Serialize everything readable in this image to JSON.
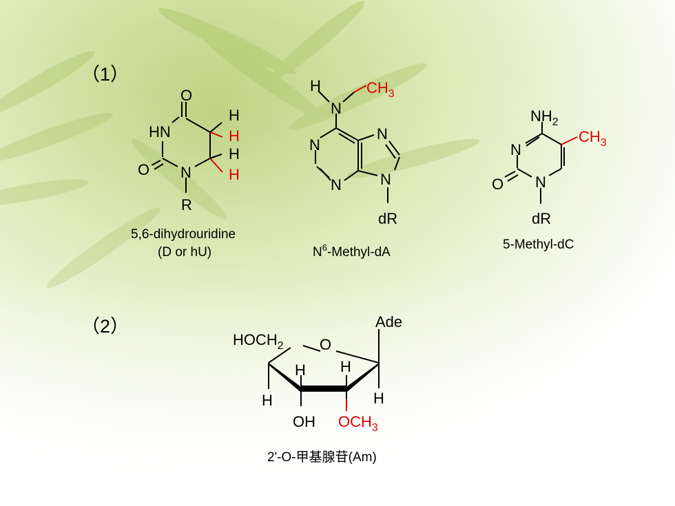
{
  "sections": {
    "s1": "（1）",
    "s2": "（2）"
  },
  "molecules": {
    "dihydrouridine": {
      "name_line1": "5,6-dihydrouridine",
      "name_line2": "(D or hU)",
      "atoms": {
        "o_top": "O",
        "hn": "HN",
        "o_left": "O",
        "n1": "N",
        "r": "R",
        "h1": "H",
        "h2": "H",
        "h3": "H",
        "h4": "H"
      }
    },
    "methyl_da": {
      "name_prefix": "N",
      "name_sup": "6",
      "name_rest": "-Methyl-dA",
      "atoms": {
        "h": "H",
        "n6": "N",
        "ch3": "CH",
        "ch3_sub": "3",
        "n1": "N",
        "n3": "N",
        "n7": "N",
        "n9": "N",
        "dr": "dR"
      }
    },
    "methyl_dc": {
      "name": "5-Methyl-dC",
      "atoms": {
        "nh2": "NH",
        "nh2_sub": "2",
        "n3": "N",
        "ch3": "CH",
        "ch3_sub": "3",
        "o": "O",
        "n1": "N",
        "dr": "dR"
      }
    },
    "am": {
      "name": "2'-O-甲基腺苷(Am)",
      "atoms": {
        "hoch2": "HOCH",
        "hoch2_sub": "2",
        "o_ring": "O",
        "ade": "Ade",
        "h_a": "H",
        "h_b": "H",
        "h_c": "H",
        "h_d": "H",
        "oh": "OH",
        "och3": "OCH",
        "och3_sub": "3"
      }
    }
  },
  "colors": {
    "highlight": "#e00000",
    "bond": "#000000",
    "background_light": "#ffffff",
    "background_green": "#c9dc8a"
  }
}
